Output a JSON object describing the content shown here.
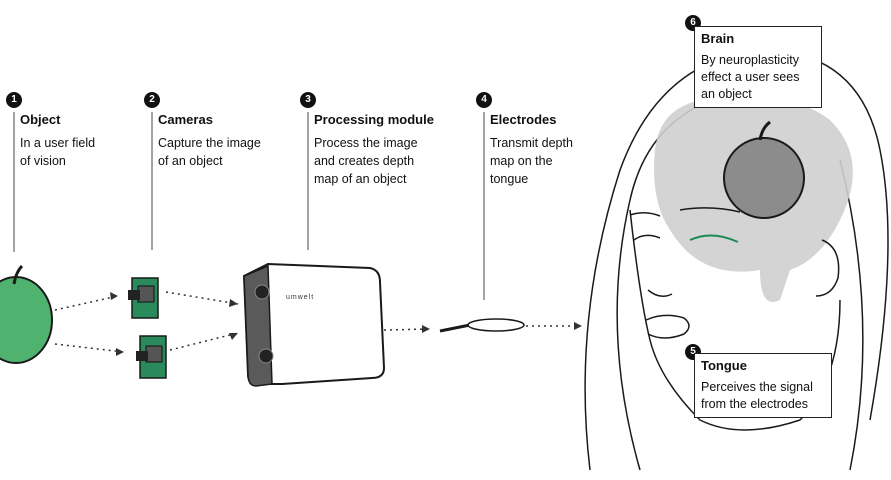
{
  "steps": [
    {
      "number": "1",
      "title": "Object",
      "lines": [
        "In a user field",
        "of vision"
      ]
    },
    {
      "number": "2",
      "title": "Cameras",
      "lines": [
        "Capture the image",
        "of an object"
      ]
    },
    {
      "number": "3",
      "title": "Processing module",
      "lines": [
        "Process the image",
        "and creates depth",
        "map of an object"
      ]
    },
    {
      "number": "4",
      "title": "Electrodes",
      "lines": [
        "Transmit depth",
        "map on the",
        "tongue"
      ]
    },
    {
      "number": "5",
      "title": "Tongue",
      "lines": [
        "Perceives the signal",
        "from the electrodes"
      ]
    },
    {
      "number": "6",
      "title": "Brain",
      "lines": [
        "By neuroplasticity",
        "effect a user sees",
        "an object"
      ]
    }
  ],
  "device_label": "umwelt",
  "colors": {
    "green": "#4fb36f",
    "dark_green": "#1e6b45",
    "gray": "#cfcfcf",
    "ink": "#111111"
  }
}
